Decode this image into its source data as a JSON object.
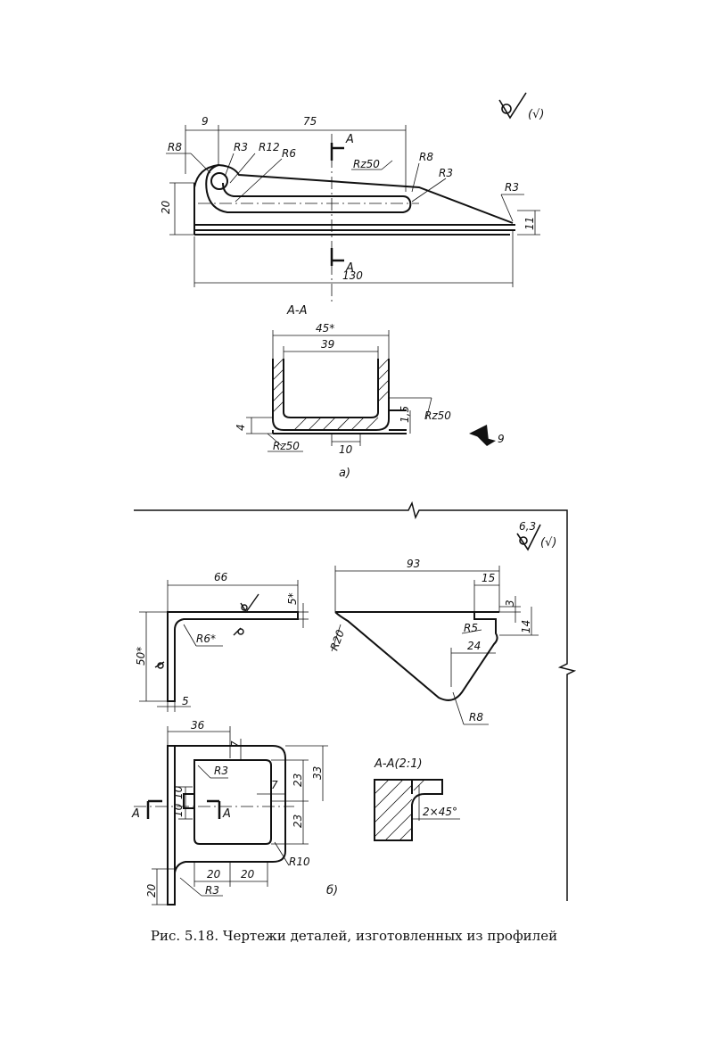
{
  "figure": {
    "caption": "Рис. 5.18. Чертежи деталей, изготовленных из профилей"
  },
  "drawing_a": {
    "label": "а)",
    "surface_mark_top": "(√)",
    "section_title": "А-А",
    "section_marker": "А",
    "finish_view": "9",
    "dimensions": {
      "d9": "9",
      "d75": "75",
      "d130": "130",
      "d20": "20",
      "d11": "11",
      "d45": "45*",
      "d39": "39",
      "d4": "4",
      "d10": "10",
      "d15": "1,5"
    },
    "radii": {
      "r8_left": "R8",
      "r3_left": "R3",
      "r12": "R12",
      "r6": "R6",
      "r8_right": "R8",
      "r3_mid": "R3",
      "r3_tip": "R3"
    },
    "roughness": {
      "rz50_top": "Rz50",
      "rz50_right": "Rz50",
      "rz50_bottom": "Rz50"
    }
  },
  "drawing_b": {
    "label": "б)",
    "surface_mark_value": "6,3",
    "surface_mark_suffix": "(√)",
    "section_title": "А-А(2:1)",
    "section_marker": "А",
    "dimensions": {
      "d66": "66",
      "d5star": "5*",
      "d50star": "50*",
      "d5": "5",
      "d93": "93",
      "d15": "15",
      "d3": "3",
      "d14": "14",
      "d24": "24",
      "d36": "36",
      "d7a": "7",
      "d7b": "7",
      "d23a": "23",
      "d23b": "23",
      "d33": "33",
      "d10a": "10",
      "d10b": "10",
      "d20a": "20",
      "d20b": "20",
      "d20c": "20",
      "chamfer": "2×45°"
    },
    "radii": {
      "r6star": "R6*",
      "r20": "R20",
      "r5": "R5",
      "r8": "R8",
      "r3a": "R3",
      "r3b": "R3",
      "r10": "R10"
    }
  }
}
